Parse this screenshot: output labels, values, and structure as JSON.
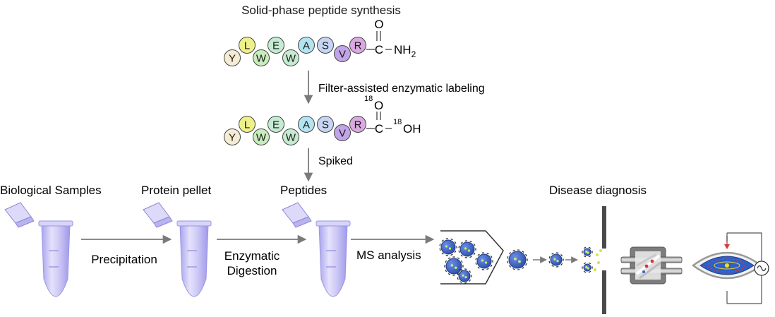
{
  "synthesis": {
    "title": "Solid-phase peptide synthesis",
    "labeling_step": "Filter-assisted enzymatic labeling",
    "spiked_step": "Spiked"
  },
  "peptide": {
    "residues": [
      "Y",
      "L",
      "W",
      "E",
      "W",
      "A",
      "S",
      "V",
      "R"
    ],
    "residue_colors": [
      "#f5ecd3",
      "#eef08a",
      "#c9ecbd",
      "#c4ebd3",
      "#c6ebd0",
      "#b4e4f1",
      "#c6d6f2",
      "#c2a4e8",
      "#d9a9e0"
    ],
    "top_carbonyl_o": "O",
    "top_carbon": "C",
    "top_terminus_prefix": "NH",
    "top_terminus_sub": "2",
    "bottom_o_isotope": "18",
    "bottom_carbonyl_o": "O",
    "bottom_carbon": "C",
    "bottom_oh_isotope": "18",
    "bottom_terminus": "OH"
  },
  "workflow": {
    "stages": [
      "Biological Samples",
      "Protein pellet",
      "Peptides",
      "Disease diagnosis"
    ],
    "steps": {
      "precipitation": "Precipitation",
      "enzymatic_line1": "Enzymatic",
      "enzymatic_line2": "Digestion",
      "ms_analysis": "MS analysis"
    }
  },
  "colors": {
    "tube": "#c8c5f3",
    "droplet": "#3e64c8",
    "arrow": "#7a7a7a"
  }
}
